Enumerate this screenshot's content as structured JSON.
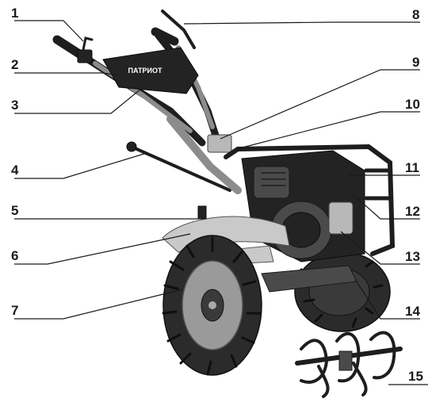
{
  "diagram": {
    "brand_label": "ПАТРИОТ",
    "callouts": [
      {
        "id": "1",
        "label": "1"
      },
      {
        "id": "2",
        "label": "2"
      },
      {
        "id": "3",
        "label": "3"
      },
      {
        "id": "4",
        "label": "4"
      },
      {
        "id": "5",
        "label": "5"
      },
      {
        "id": "6",
        "label": "6"
      },
      {
        "id": "7",
        "label": "7"
      },
      {
        "id": "8",
        "label": "8"
      },
      {
        "id": "9",
        "label": "9"
      },
      {
        "id": "10",
        "label": "10"
      },
      {
        "id": "11",
        "label": "11"
      },
      {
        "id": "12",
        "label": "12"
      },
      {
        "id": "13",
        "label": "13"
      },
      {
        "id": "14",
        "label": "14"
      },
      {
        "id": "15",
        "label": "15"
      }
    ]
  }
}
